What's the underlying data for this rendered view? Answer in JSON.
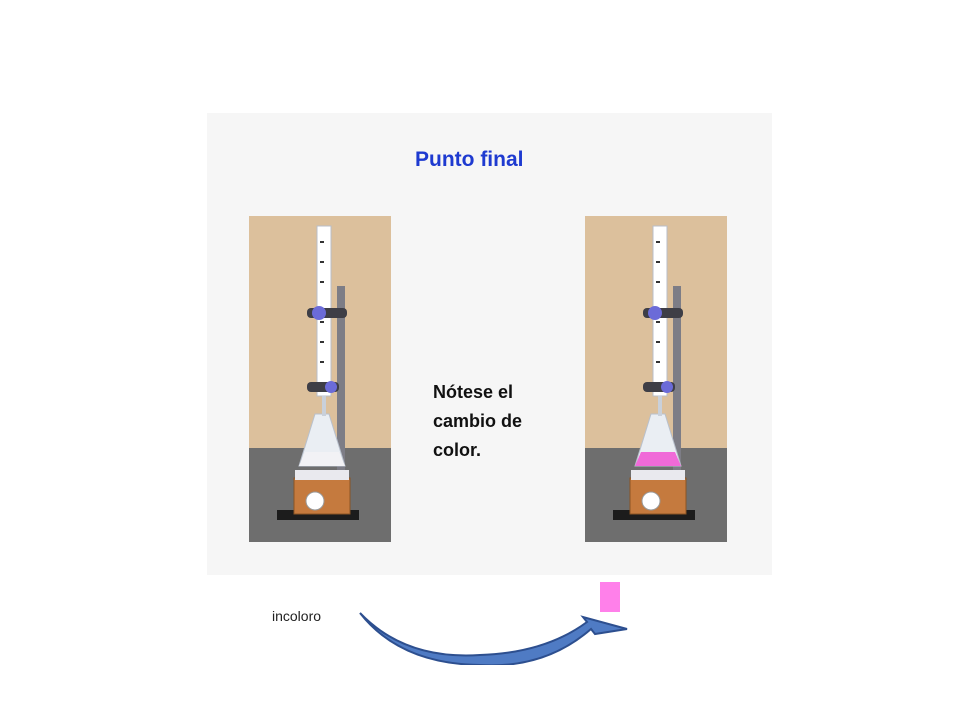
{
  "figure": {
    "title": "Punto final",
    "note_lines": [
      "Nótese el",
      "cambio de",
      "color."
    ]
  },
  "apparatus": {
    "left_solution_color": "#f2f2f5",
    "right_solution_color": "#f06ad8",
    "wall_color": "#dcc09c",
    "bench_color": "#6e6e6e"
  },
  "caption": {
    "label": "incoloro"
  },
  "swatch": {
    "color": "#ff80ea"
  },
  "arrow": {
    "fill": "#4f7bc4",
    "stroke": "#2d4f8f"
  }
}
